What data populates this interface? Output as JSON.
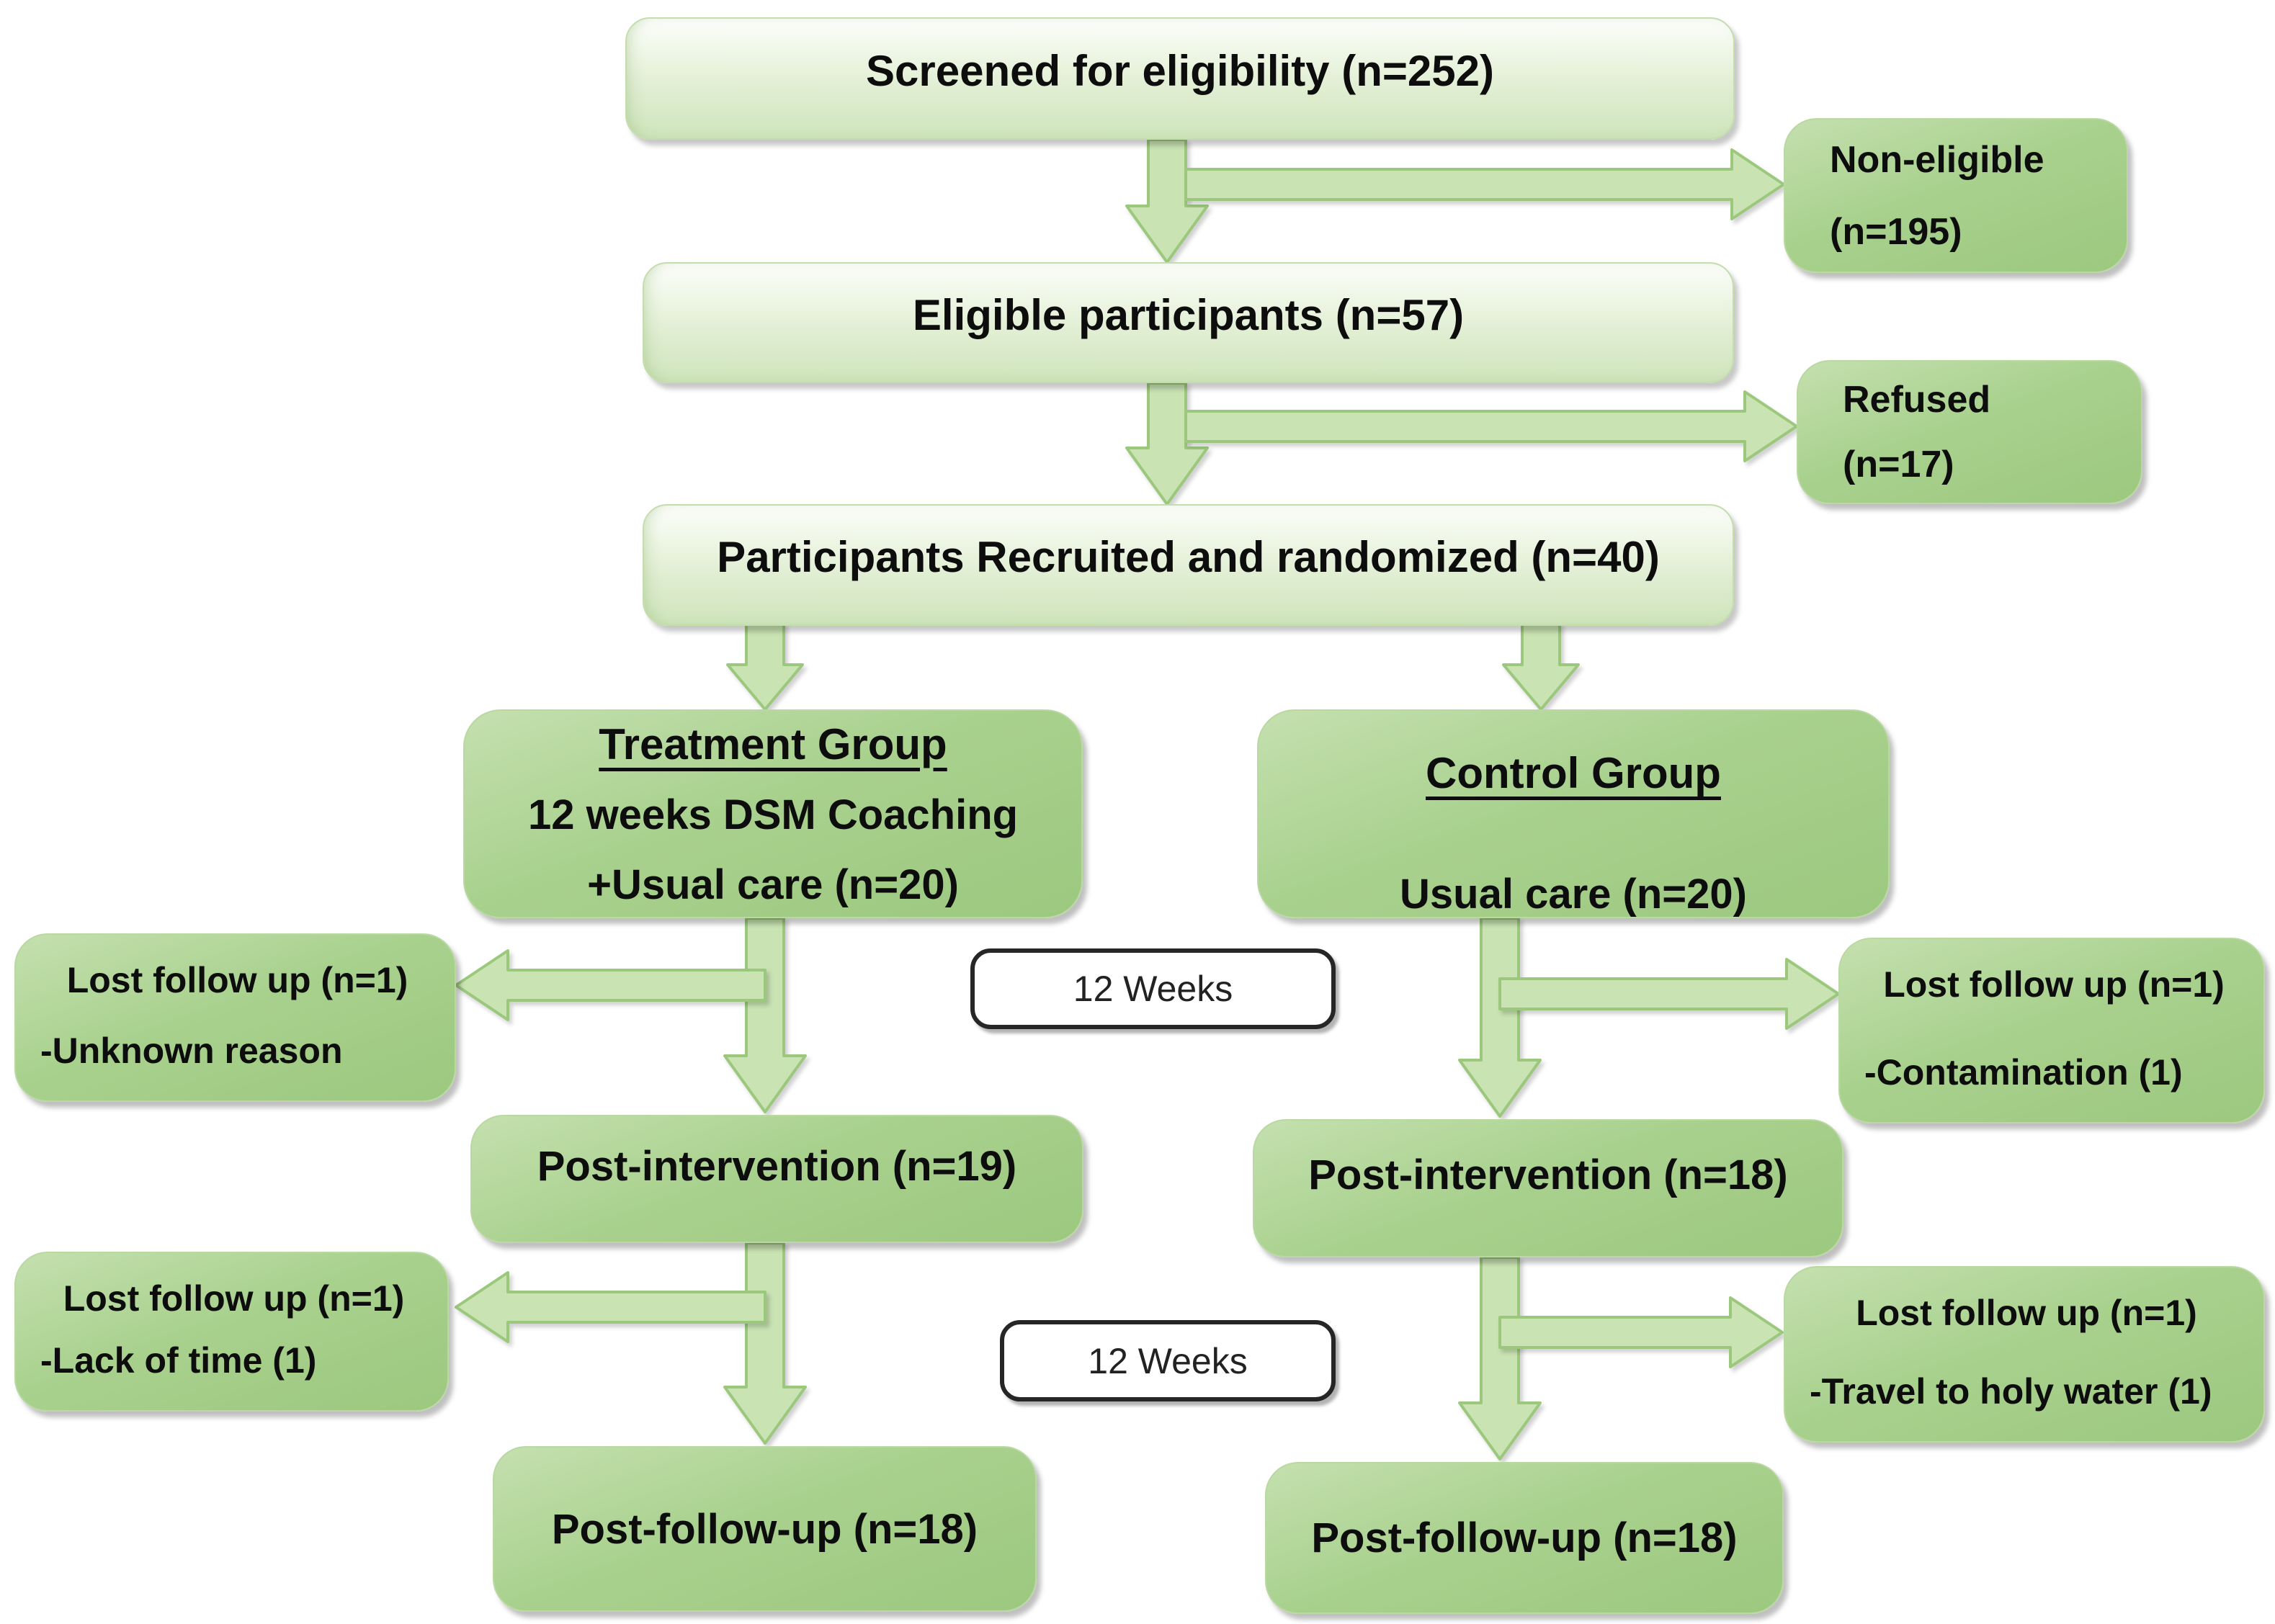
{
  "colors": {
    "arrow_fill": "#c9e3b2",
    "arrow_stroke": "#9cc87d",
    "box_green": "#a9d18e",
    "box_green_light": "#c4e0af",
    "box_pale_top": "#fdfefc",
    "box_pale_bottom": "#cfe5bc",
    "box_border": "#b9d8a2",
    "weeks_border": "#262626",
    "weeks_bg": "#ffffff",
    "text": "#0d0d0d"
  },
  "flow": {
    "screened": "Screened for eligibility (n=252)",
    "non_eligible_1": "Non-eligible",
    "non_eligible_2": "(n=195)",
    "eligible": "Eligible participants (n=57)",
    "refused_1": "Refused",
    "refused_2": "(n=17)",
    "recruited": "Participants Recruited and randomized (n=40)",
    "treatment_title": "Treatment Group",
    "treatment_line2": "12 weeks DSM Coaching",
    "treatment_line3": "+Usual care (n=20)",
    "control_title": "Control Group",
    "control_line2": "Usual care (n=20)",
    "lost_treat_mid_1": "Lost follow up (n=1)",
    "lost_treat_mid_2": "-Unknown reason",
    "weeks_mid": "12 Weeks",
    "lost_ctrl_mid_1": "Lost follow up (n=1)",
    "lost_ctrl_mid_2": "-Contamination (1)",
    "post_int_treat": "Post-intervention (n=19)",
    "post_int_ctrl": "Post-intervention (n=18)",
    "lost_treat_end_1": "Lost follow up (n=1)",
    "lost_treat_end_2": "-Lack of time (1)",
    "weeks_end": "12 Weeks",
    "lost_ctrl_end_1": "Lost follow up (n=1)",
    "lost_ctrl_end_2": "-Travel to holy water (1)",
    "post_follow_treat": "Post-follow-up (n=18)",
    "post_follow_ctrl": "Post-follow-up (n=18)"
  }
}
